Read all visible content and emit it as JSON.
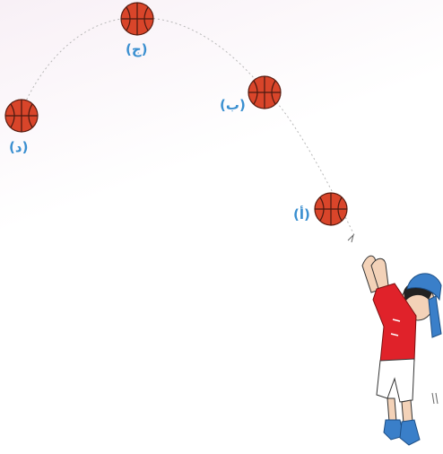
{
  "diagram": {
    "positions": [
      {
        "id": "a",
        "label": "(أ)"
      },
      {
        "id": "b",
        "label": "(ب)"
      },
      {
        "id": "c",
        "label": "(ج)"
      },
      {
        "id": "d",
        "label": "(د)"
      }
    ],
    "colors": {
      "ball": "#d9452a",
      "ball_seam": "#4a1a10",
      "path": "#b8b8b8",
      "label": "#3a8fd0",
      "shirt": "#e0222a",
      "cap": "#3a7fc9",
      "shoes": "#3a7fc9"
    }
  }
}
